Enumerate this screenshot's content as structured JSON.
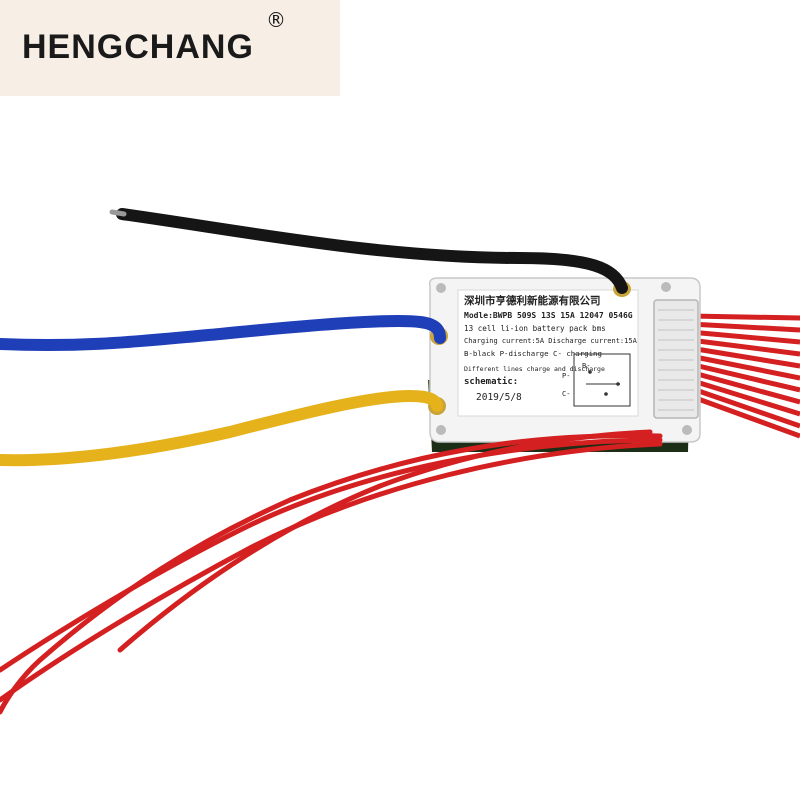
{
  "brand": {
    "name": "HENGCHANG",
    "registered_mark": "®"
  },
  "label": {
    "company": "深圳市亨德利新能源有限公司",
    "model": "Modle:BWPB 509S 13S 15A 12047 0546G",
    "description": "13 cell li-ion battery pack bms",
    "currents": "Charging current:5A Discharge current:15A",
    "pins": "B-black   P-discharge   C- charging",
    "note": "Different lines charge and discharge",
    "schematic": "schematic:",
    "date": "2019/5/8",
    "schematic_b": "B-",
    "schematic_p": "P-",
    "schematic_c": "C-"
  },
  "colors": {
    "background": "#ffffff",
    "brand_bg": "#f7efe6",
    "wire_black": "#151515",
    "wire_blue": "#1f3fb8",
    "wire_yellow": "#e6b21c",
    "wire_red": "#d42020",
    "board_white": "#f4f4f4",
    "pcb_green": "#2f4a22"
  }
}
